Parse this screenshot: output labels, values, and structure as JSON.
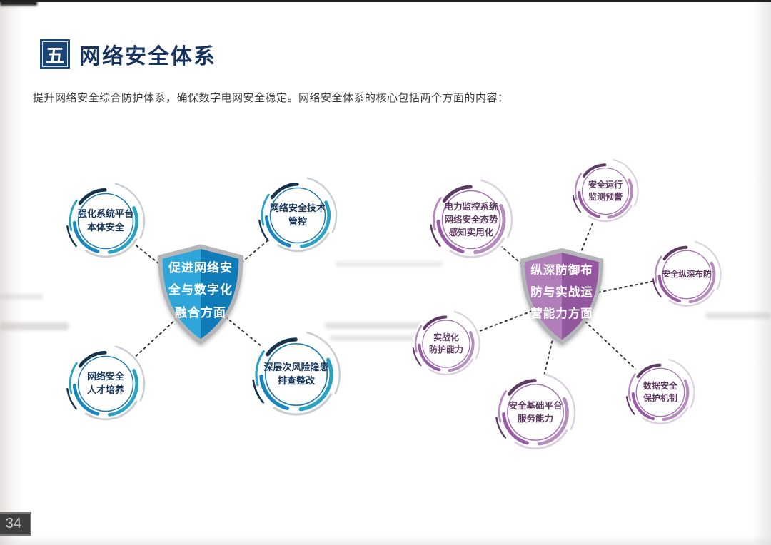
{
  "page": {
    "number": "34",
    "header": {
      "section_index": "五",
      "title": "网络安全体系"
    },
    "intro": "提升网络安全综合防护体系，确保数字电网安全稳定。网络安全体系的核心包括两个方面的内容："
  },
  "colors": {
    "header_navy": "#17335f",
    "index_box_blue": "#1c4676",
    "shield_blue_light": "#2fa6d9",
    "shield_blue_dark": "#0f7cb8",
    "shield_purple_light": "#b07fba",
    "shield_purple_dark": "#94579f",
    "shield_border_silver": "#b4b5b9",
    "connector_dark": "#3a3a3a"
  },
  "diagram_blue": {
    "shield_label": "促进网络安\n全与数字化\n融合方面",
    "nodes": [
      {
        "label": "强化系统平台\n本体安全"
      },
      {
        "label": "网络安全技术\n管控"
      },
      {
        "label": "网络安全\n人才培养"
      },
      {
        "label": "深层次风险隐患\n排查整改"
      }
    ]
  },
  "diagram_purple": {
    "shield_label": "纵深防御布\n防与实战运\n营能力方面",
    "nodes": [
      {
        "label": "电力监控系统\n网络安全态势\n感知实用化"
      },
      {
        "label": "安全运行\n监测预警"
      },
      {
        "label": "安全纵深布防"
      },
      {
        "label": "实战化\n防护能力"
      },
      {
        "label": "安全基础平台\n服务能力"
      },
      {
        "label": "数据安全\n保护机制"
      }
    ]
  }
}
